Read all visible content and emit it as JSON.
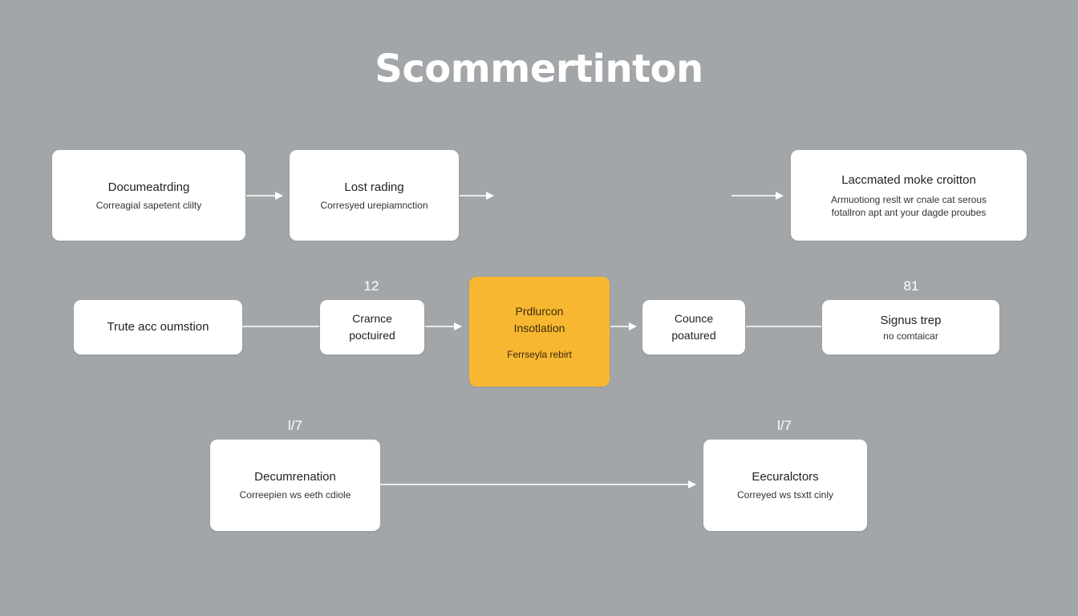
{
  "title": "Scommertinton",
  "nodes": {
    "a1": {
      "title": "Documeatrding",
      "sub": "Correagial sapetent clilty"
    },
    "a2": {
      "title": "Lost rading",
      "sub": "Corresyed urepiamnction"
    },
    "a3": {
      "title": "Laccmated moke croitton",
      "sub1": "Armuotiong reslt wr cnale cat serous",
      "sub2": "fotallron apt ant your dagde proubes"
    },
    "b1": {
      "title": "Trute acc oumstion"
    },
    "b2": {
      "line1": "Crarnce",
      "line2": "poctuired"
    },
    "b3": {
      "line1": "Prdlurcon",
      "line2": "Insotlation",
      "sub": "Ferrseyla rebirt"
    },
    "b4": {
      "line1": "Counce",
      "line2": "poatured"
    },
    "b5": {
      "title": "Signus trep",
      "sub": "no comtaicar"
    },
    "c1": {
      "title": "Decumrenation",
      "sub": "Correepien ws eeth cdiole"
    },
    "c2": {
      "title": "Eecuralctors",
      "sub": "Correyed ws tsxtt cinly"
    }
  },
  "numbers": {
    "n1": "12",
    "n2": "81",
    "n3": "l/7",
    "n4": "l/7"
  },
  "colors": {
    "background": "#a3a6a9",
    "node": "#ffffff",
    "highlight": "#f7b731",
    "connector": "#ffffff"
  }
}
